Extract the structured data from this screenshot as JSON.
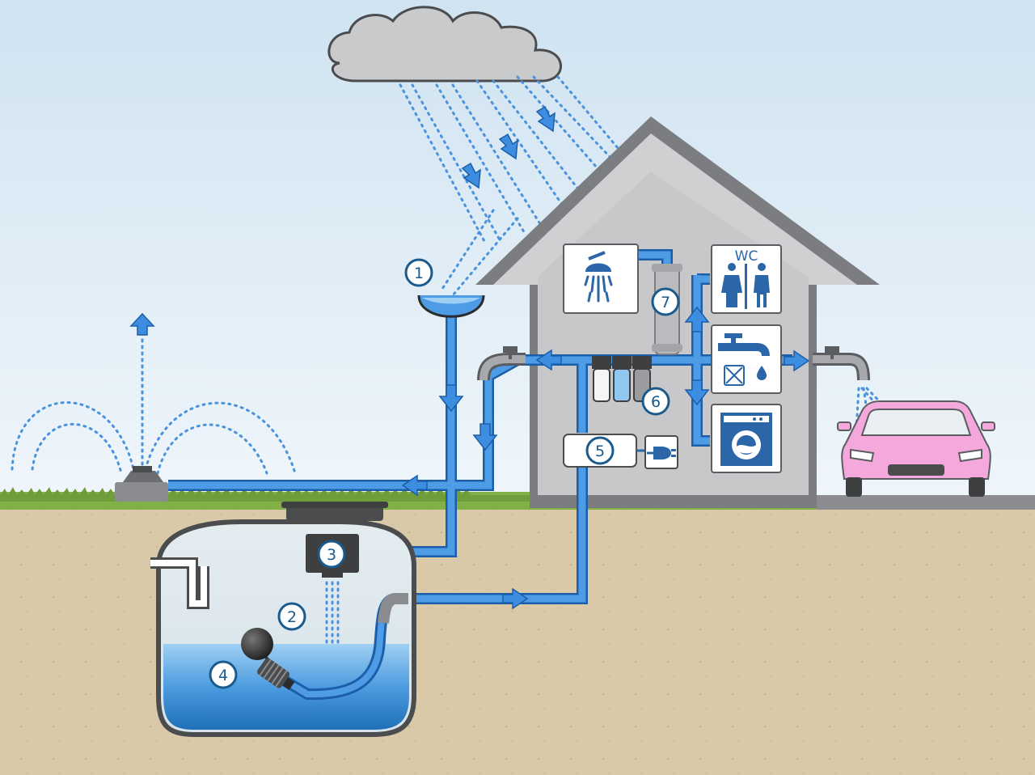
{
  "badges": {
    "b1": "1",
    "b2": "2",
    "b3": "3",
    "b4": "4",
    "b5": "5",
    "b6": "6",
    "b7": "7"
  },
  "icons": {
    "toilet_label": "WC",
    "shower": "shower-icon",
    "toilet": "wc-icon",
    "tap": "tap-icon",
    "washing_machine": "washing-machine-icon",
    "plug": "power-plug-icon"
  },
  "colors": {
    "sky_top": "#d3e6f3",
    "sky_bottom": "#eef5fa",
    "soil": "#d9c9a9",
    "grass": "#7fae45",
    "pipe": "#3d8ee0",
    "pipe_outline": "#1c5fa8",
    "water": "#2f86cf",
    "house_wall": "#c7c7c9",
    "house_roof": "#7b7d80",
    "icon_blue": "#2a66a8",
    "badge_stroke": "#1b5a8c",
    "car": "#f7a9dc"
  }
}
